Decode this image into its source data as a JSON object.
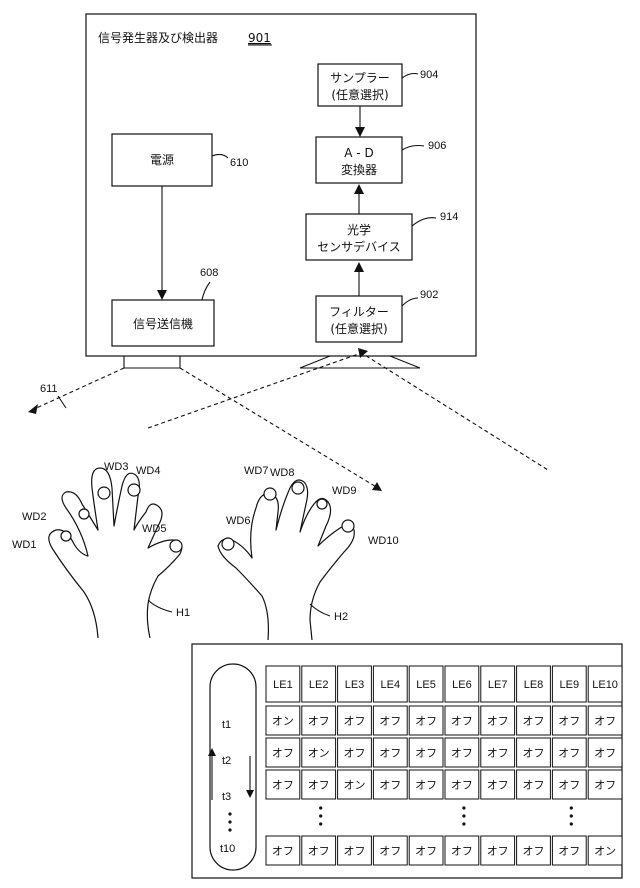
{
  "device": {
    "title": "信号発生器及び検出器",
    "ref": "901",
    "power": {
      "label": "電源",
      "ref": "610"
    },
    "transmitter": {
      "label": "信号送信機",
      "ref": "608"
    },
    "sampler": {
      "line1": "サンプラー",
      "line2": "(任意選択)",
      "ref": "904"
    },
    "adc": {
      "line1": "A - D",
      "line2": "変換器",
      "ref": "906"
    },
    "sensor": {
      "line1": "光学",
      "line2": "センサデバイス",
      "ref": "914"
    },
    "filter": {
      "line1": "フィルター",
      "line2": "(任意選択)",
      "ref": "902"
    }
  },
  "signal_ref": "611",
  "hands": {
    "left": {
      "label": "H1",
      "fingers": [
        "WD1",
        "WD2",
        "WD3",
        "WD4",
        "WD5"
      ]
    },
    "right": {
      "label": "H2",
      "fingers": [
        "WD6",
        "WD7",
        "WD8",
        "WD9",
        "WD10"
      ]
    }
  },
  "timeline": {
    "times": [
      "t1",
      "t2",
      "t3",
      "t10"
    ]
  },
  "table": {
    "headers": [
      "LE1",
      "LE2",
      "LE3",
      "LE4",
      "LE5",
      "LE6",
      "LE7",
      "LE8",
      "LE9",
      "LE10"
    ],
    "rows": [
      [
        "オン",
        "オフ",
        "オフ",
        "オフ",
        "オフ",
        "オフ",
        "オフ",
        "オフ",
        "オフ",
        "オフ"
      ],
      [
        "オフ",
        "オン",
        "オフ",
        "オフ",
        "オフ",
        "オフ",
        "オフ",
        "オフ",
        "オフ",
        "オフ"
      ],
      [
        "オフ",
        "オフ",
        "オン",
        "オフ",
        "オフ",
        "オフ",
        "オフ",
        "オフ",
        "オフ",
        "オフ"
      ],
      [
        "オフ",
        "オフ",
        "オフ",
        "オフ",
        "オフ",
        "オフ",
        "オフ",
        "オフ",
        "オフ",
        "オン"
      ]
    ]
  }
}
